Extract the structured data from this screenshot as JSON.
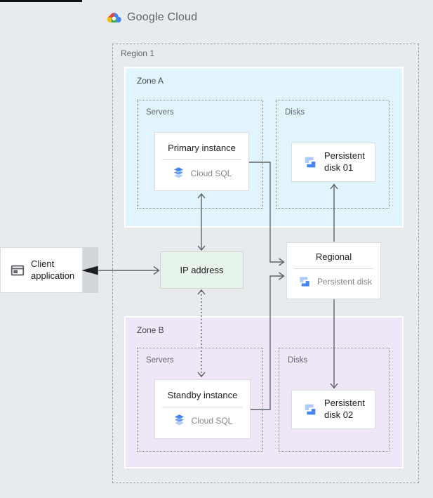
{
  "header": {
    "logo_text": "Google Cloud"
  },
  "region": {
    "label": "Region 1"
  },
  "zone_a": {
    "label": "Zone A",
    "servers_label": "Servers",
    "disks_label": "Disks",
    "primary_instance": {
      "title": "Primary instance",
      "product": "Cloud SQL"
    },
    "disk": {
      "label": "Persistent disk 01"
    }
  },
  "zone_b": {
    "label": "Zone B",
    "servers_label": "Servers",
    "disks_label": "Disks",
    "standby_instance": {
      "title": "Standby instance",
      "product": "Cloud SQL"
    },
    "disk": {
      "label": "Persistent disk 02"
    }
  },
  "ip_address": {
    "label": "IP address"
  },
  "regional_disk": {
    "title": "Regional",
    "subtitle": "Persistent disk"
  },
  "client": {
    "label": "Client application"
  },
  "icons": {
    "logo": "google-cloud-logo",
    "cloud_sql": "stacked-database-layers",
    "persistent_disk": "interlocked-disk-blocks",
    "client": "application-window"
  },
  "colors": {
    "background": "#e8ebee",
    "zone_a_fill": "#e2f4fd",
    "zone_b_fill": "#efe7f8",
    "ip_fill": "#e7f4ec",
    "google_blue": "#4285f4",
    "icon_blue_mid": "#669df6",
    "icon_blue_light": "#aecbfa",
    "arrow": "#5f6368"
  }
}
